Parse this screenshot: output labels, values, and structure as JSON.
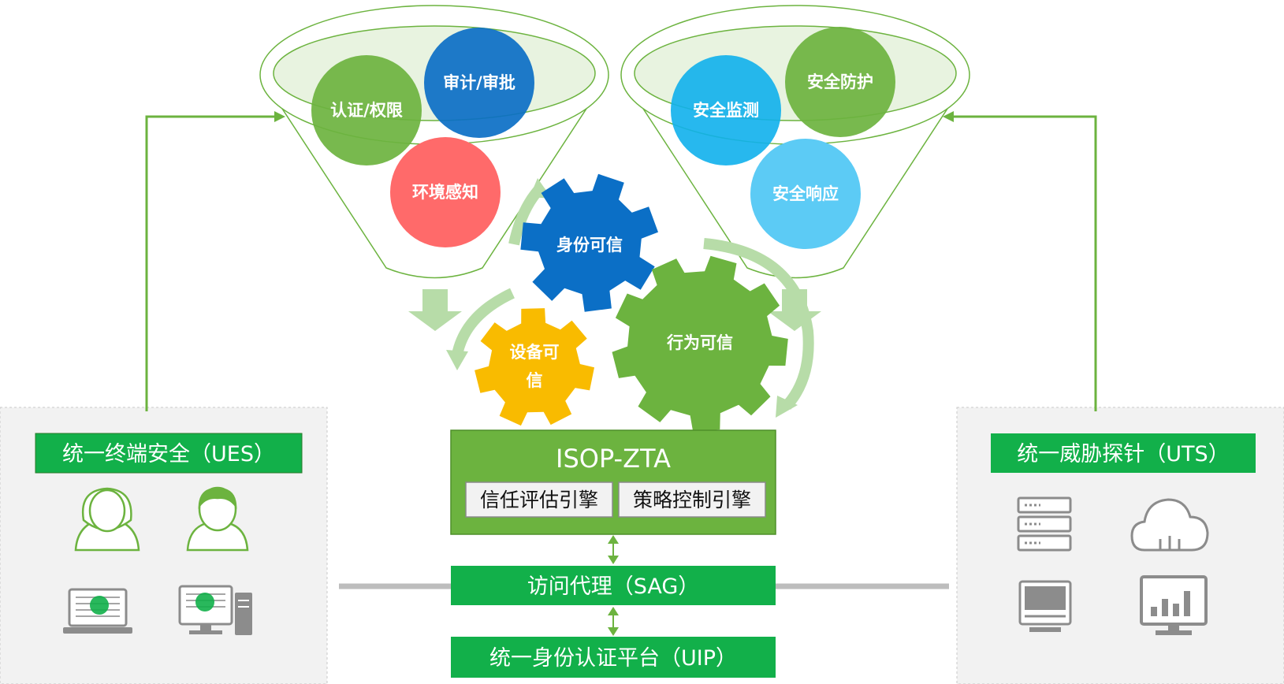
{
  "ues": {
    "title": "统一终端安全（UES）"
  },
  "uts": {
    "title": "统一威胁探针（UTS）"
  },
  "core": {
    "title": "ISOP-ZTA",
    "engine_trust": "信任评估引擎",
    "engine_policy": "策略控制引擎"
  },
  "sag": {
    "label": "访问代理（SAG）"
  },
  "uip": {
    "label": "统一身份认证平台（UIP）"
  },
  "left_funnel": {
    "auth": "认证/权限",
    "audit": "审计/审批",
    "env": "环境感知"
  },
  "right_funnel": {
    "monitor": "安全监测",
    "protect": "安全防护",
    "response": "安全响应"
  },
  "gears": {
    "identity": "身份可信",
    "device_line1": "设备可",
    "device_line2": "信",
    "behavior": "行为可信"
  },
  "colors": {
    "green": "#6cb33f",
    "bright_green": "#12b04a",
    "blue": "#0b6fc6",
    "yellow": "#f9bb00",
    "red": "#ff6a6a",
    "light_blue": "#10b0ec",
    "sky_blue": "#5ccbf5",
    "light_green": "#b7dca8"
  }
}
